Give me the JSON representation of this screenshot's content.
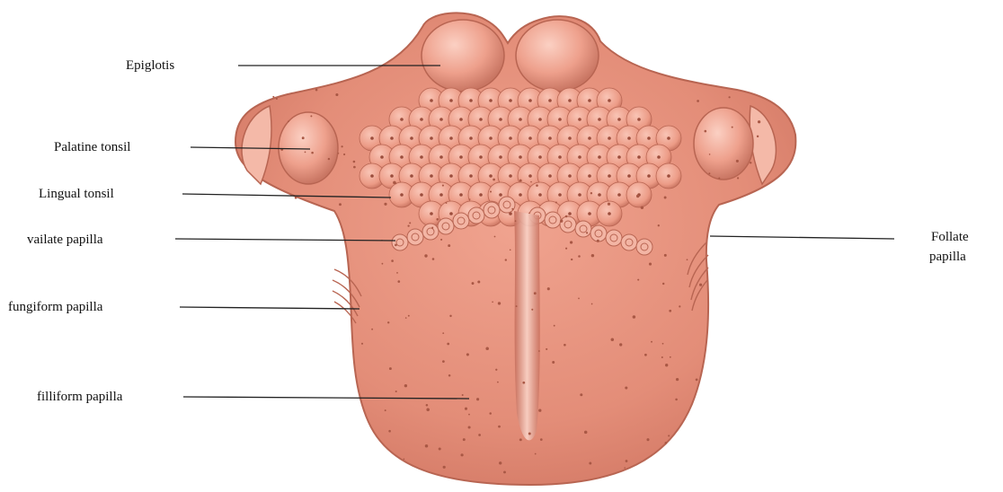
{
  "diagram": {
    "labels": {
      "epiglottis": "Epiglotis",
      "palatine_tonsil": "Palatine tonsil",
      "lingual_tonsil": "Lingual tonsil",
      "vallate_papilla": "vailate papilla",
      "fungiform_papilla": "fungiform papilla",
      "filiform_papilla": "filliform papilla",
      "foliate_papilla_line1": "Follate",
      "foliate_papilla_line2": "papilla"
    },
    "colors": {
      "tongue": "#e8927d",
      "tongue_dark": "#cf7663",
      "tongue_light": "#f2ae9b",
      "outline": "#b86552",
      "tonsil": "#f0a896",
      "leader_line": "#222222",
      "text": "#111111"
    }
  }
}
